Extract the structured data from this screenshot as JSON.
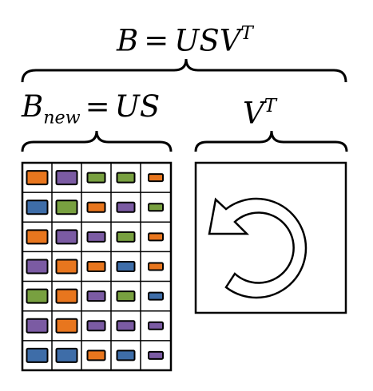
{
  "formulas": {
    "top": {
      "lhs": "B",
      "op": "=",
      "rhs": "USV",
      "sup": "T"
    },
    "left": {
      "base": "B",
      "sub": "new",
      "op": "=",
      "rhs": "US"
    },
    "right": {
      "base": "V",
      "sup": "T"
    }
  },
  "matrix": {
    "rows": [
      [
        {
          "color": "orange",
          "size": "lg"
        },
        {
          "color": "purple",
          "size": "lg"
        },
        {
          "color": "green",
          "size": "md"
        },
        {
          "color": "green",
          "size": "md"
        },
        {
          "color": "orange",
          "size": "sm"
        }
      ],
      [
        {
          "color": "blue",
          "size": "lg"
        },
        {
          "color": "green",
          "size": "lg"
        },
        {
          "color": "orange",
          "size": "md"
        },
        {
          "color": "purple",
          "size": "md"
        },
        {
          "color": "green",
          "size": "sm"
        }
      ],
      [
        {
          "color": "orange",
          "size": "lg"
        },
        {
          "color": "purple",
          "size": "lg"
        },
        {
          "color": "purple",
          "size": "md"
        },
        {
          "color": "green",
          "size": "md"
        },
        {
          "color": "orange",
          "size": "sm"
        }
      ],
      [
        {
          "color": "purple",
          "size": "lg"
        },
        {
          "color": "orange",
          "size": "lg"
        },
        {
          "color": "orange",
          "size": "md"
        },
        {
          "color": "blue",
          "size": "md"
        },
        {
          "color": "orange",
          "size": "sm"
        }
      ],
      [
        {
          "color": "green",
          "size": "lg"
        },
        {
          "color": "orange",
          "size": "lg"
        },
        {
          "color": "purple",
          "size": "md"
        },
        {
          "color": "green",
          "size": "md"
        },
        {
          "color": "blue",
          "size": "sm"
        }
      ],
      [
        {
          "color": "purple",
          "size": "lg"
        },
        {
          "color": "orange",
          "size": "lg"
        },
        {
          "color": "purple",
          "size": "md"
        },
        {
          "color": "purple",
          "size": "md"
        },
        {
          "color": "purple",
          "size": "sm"
        }
      ],
      [
        {
          "color": "blue",
          "size": "lg"
        },
        {
          "color": "blue",
          "size": "lg"
        },
        {
          "color": "orange",
          "size": "md"
        },
        {
          "color": "blue",
          "size": "md"
        },
        {
          "color": "purple",
          "size": "sm"
        }
      ]
    ]
  },
  "colors": {
    "orange": "#E8761E",
    "purple": "#7B5BA3",
    "green": "#78A040",
    "blue": "#3E6DA8",
    "outline": "#000000"
  },
  "rotation_icon": "rotate-counterclockwise-icon"
}
